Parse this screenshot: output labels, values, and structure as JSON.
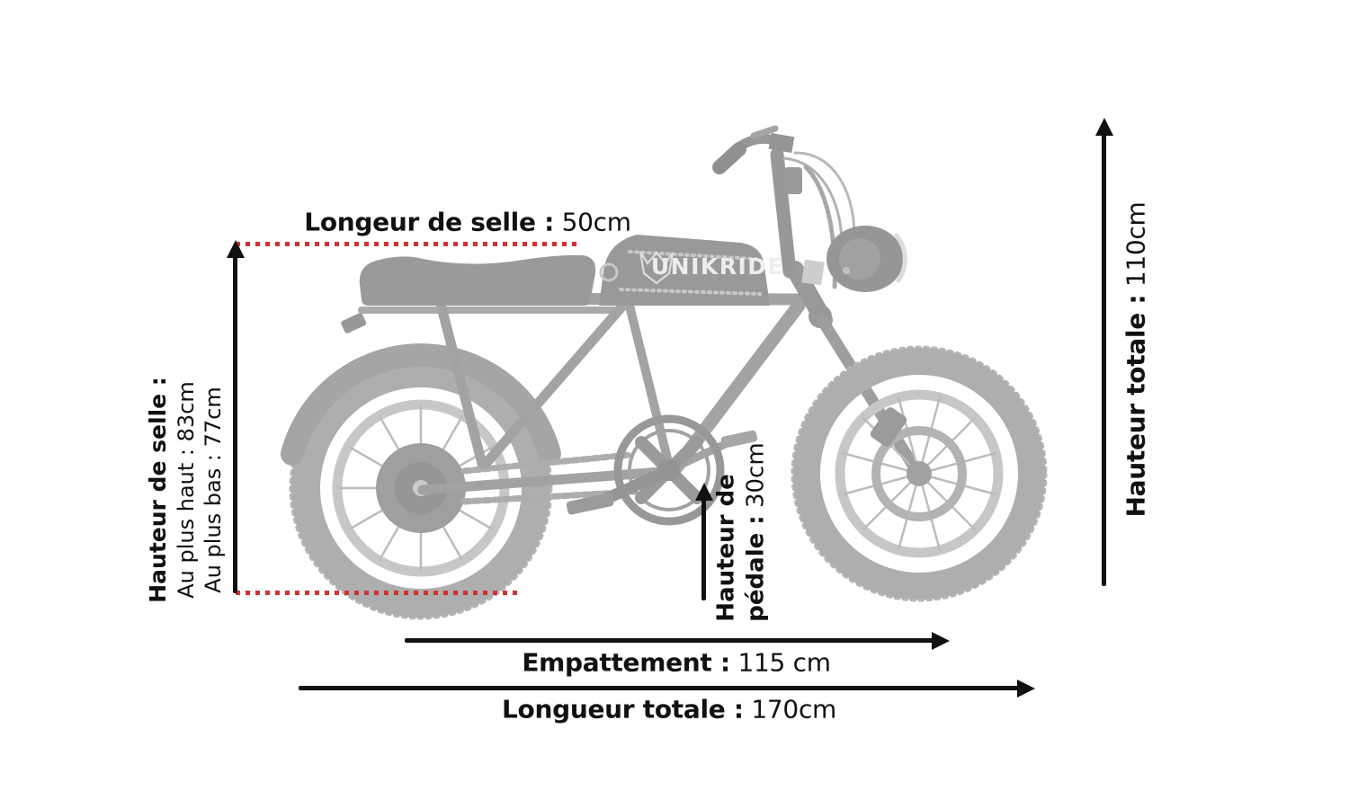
{
  "colors": {
    "accent_red": "#cf3232",
    "ink": "#111111"
  },
  "brand": {
    "logo_text": "UNIKRIDE"
  },
  "annotations": {
    "seat_length": {
      "label": "Longeur de selle :",
      "value": "50cm"
    },
    "seat_height": {
      "label": "Hauteur de selle :",
      "max": "Au plus haut : 83cm",
      "min": "Au plus bas : 77cm"
    },
    "total_height": {
      "label": "Hauteur totale :",
      "value": "110cm"
    },
    "pedal_height": {
      "label_line1": "Hauteur de",
      "label_line2": "pédale :",
      "value": "30cm"
    },
    "wheelbase": {
      "label": "Empattement :",
      "value": "115 cm"
    },
    "total_length": {
      "label": "Longueur totale :",
      "value": "170cm"
    }
  }
}
